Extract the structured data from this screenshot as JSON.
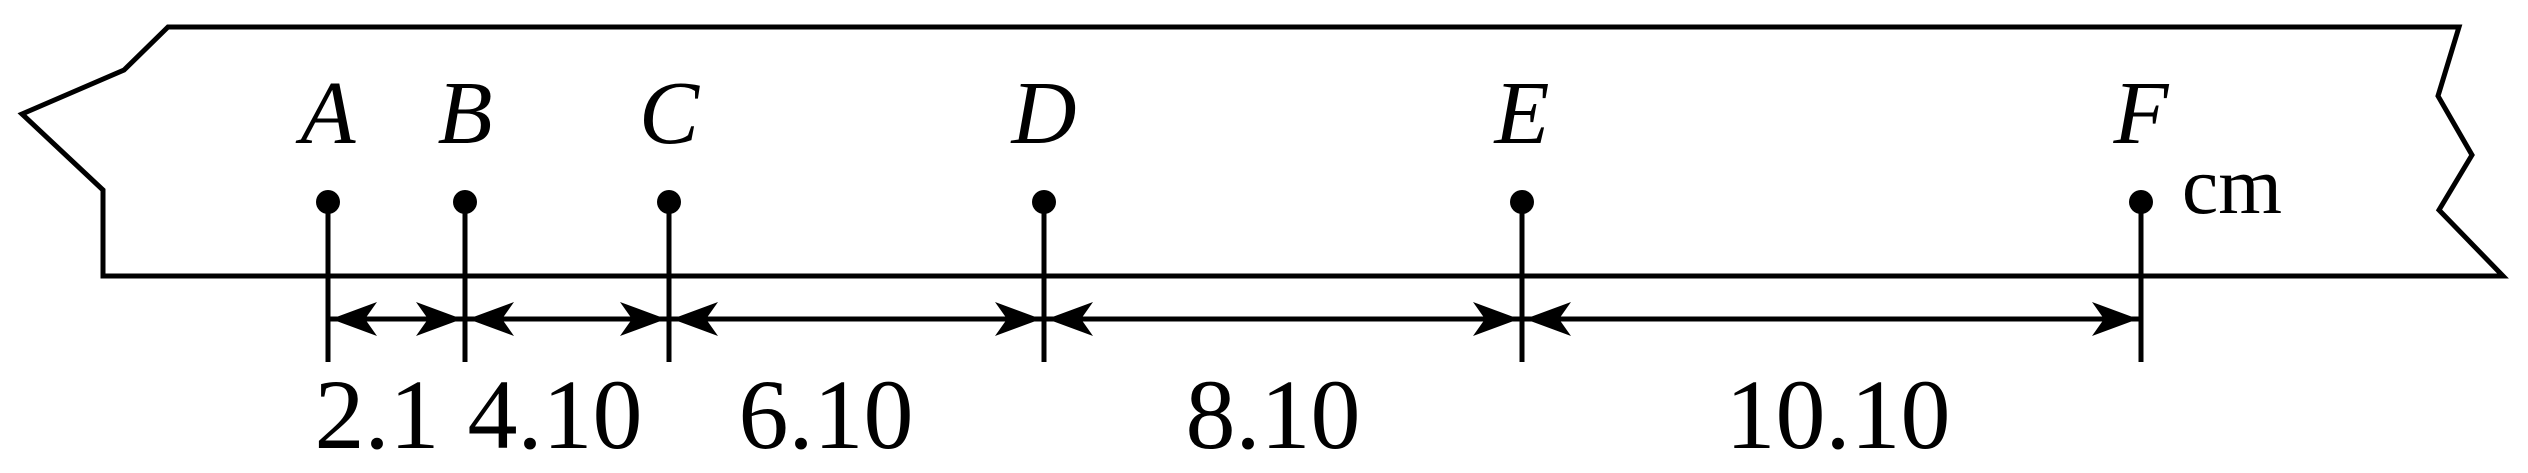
{
  "tape": {
    "unit": "cm"
  },
  "points": [
    {
      "label": "A"
    },
    {
      "label": "B"
    },
    {
      "label": "C"
    },
    {
      "label": "D"
    },
    {
      "label": "E"
    },
    {
      "label": "F"
    }
  ],
  "distances": [
    "2.1",
    "4.10",
    "6.10",
    "8.10",
    "10.10"
  ]
}
